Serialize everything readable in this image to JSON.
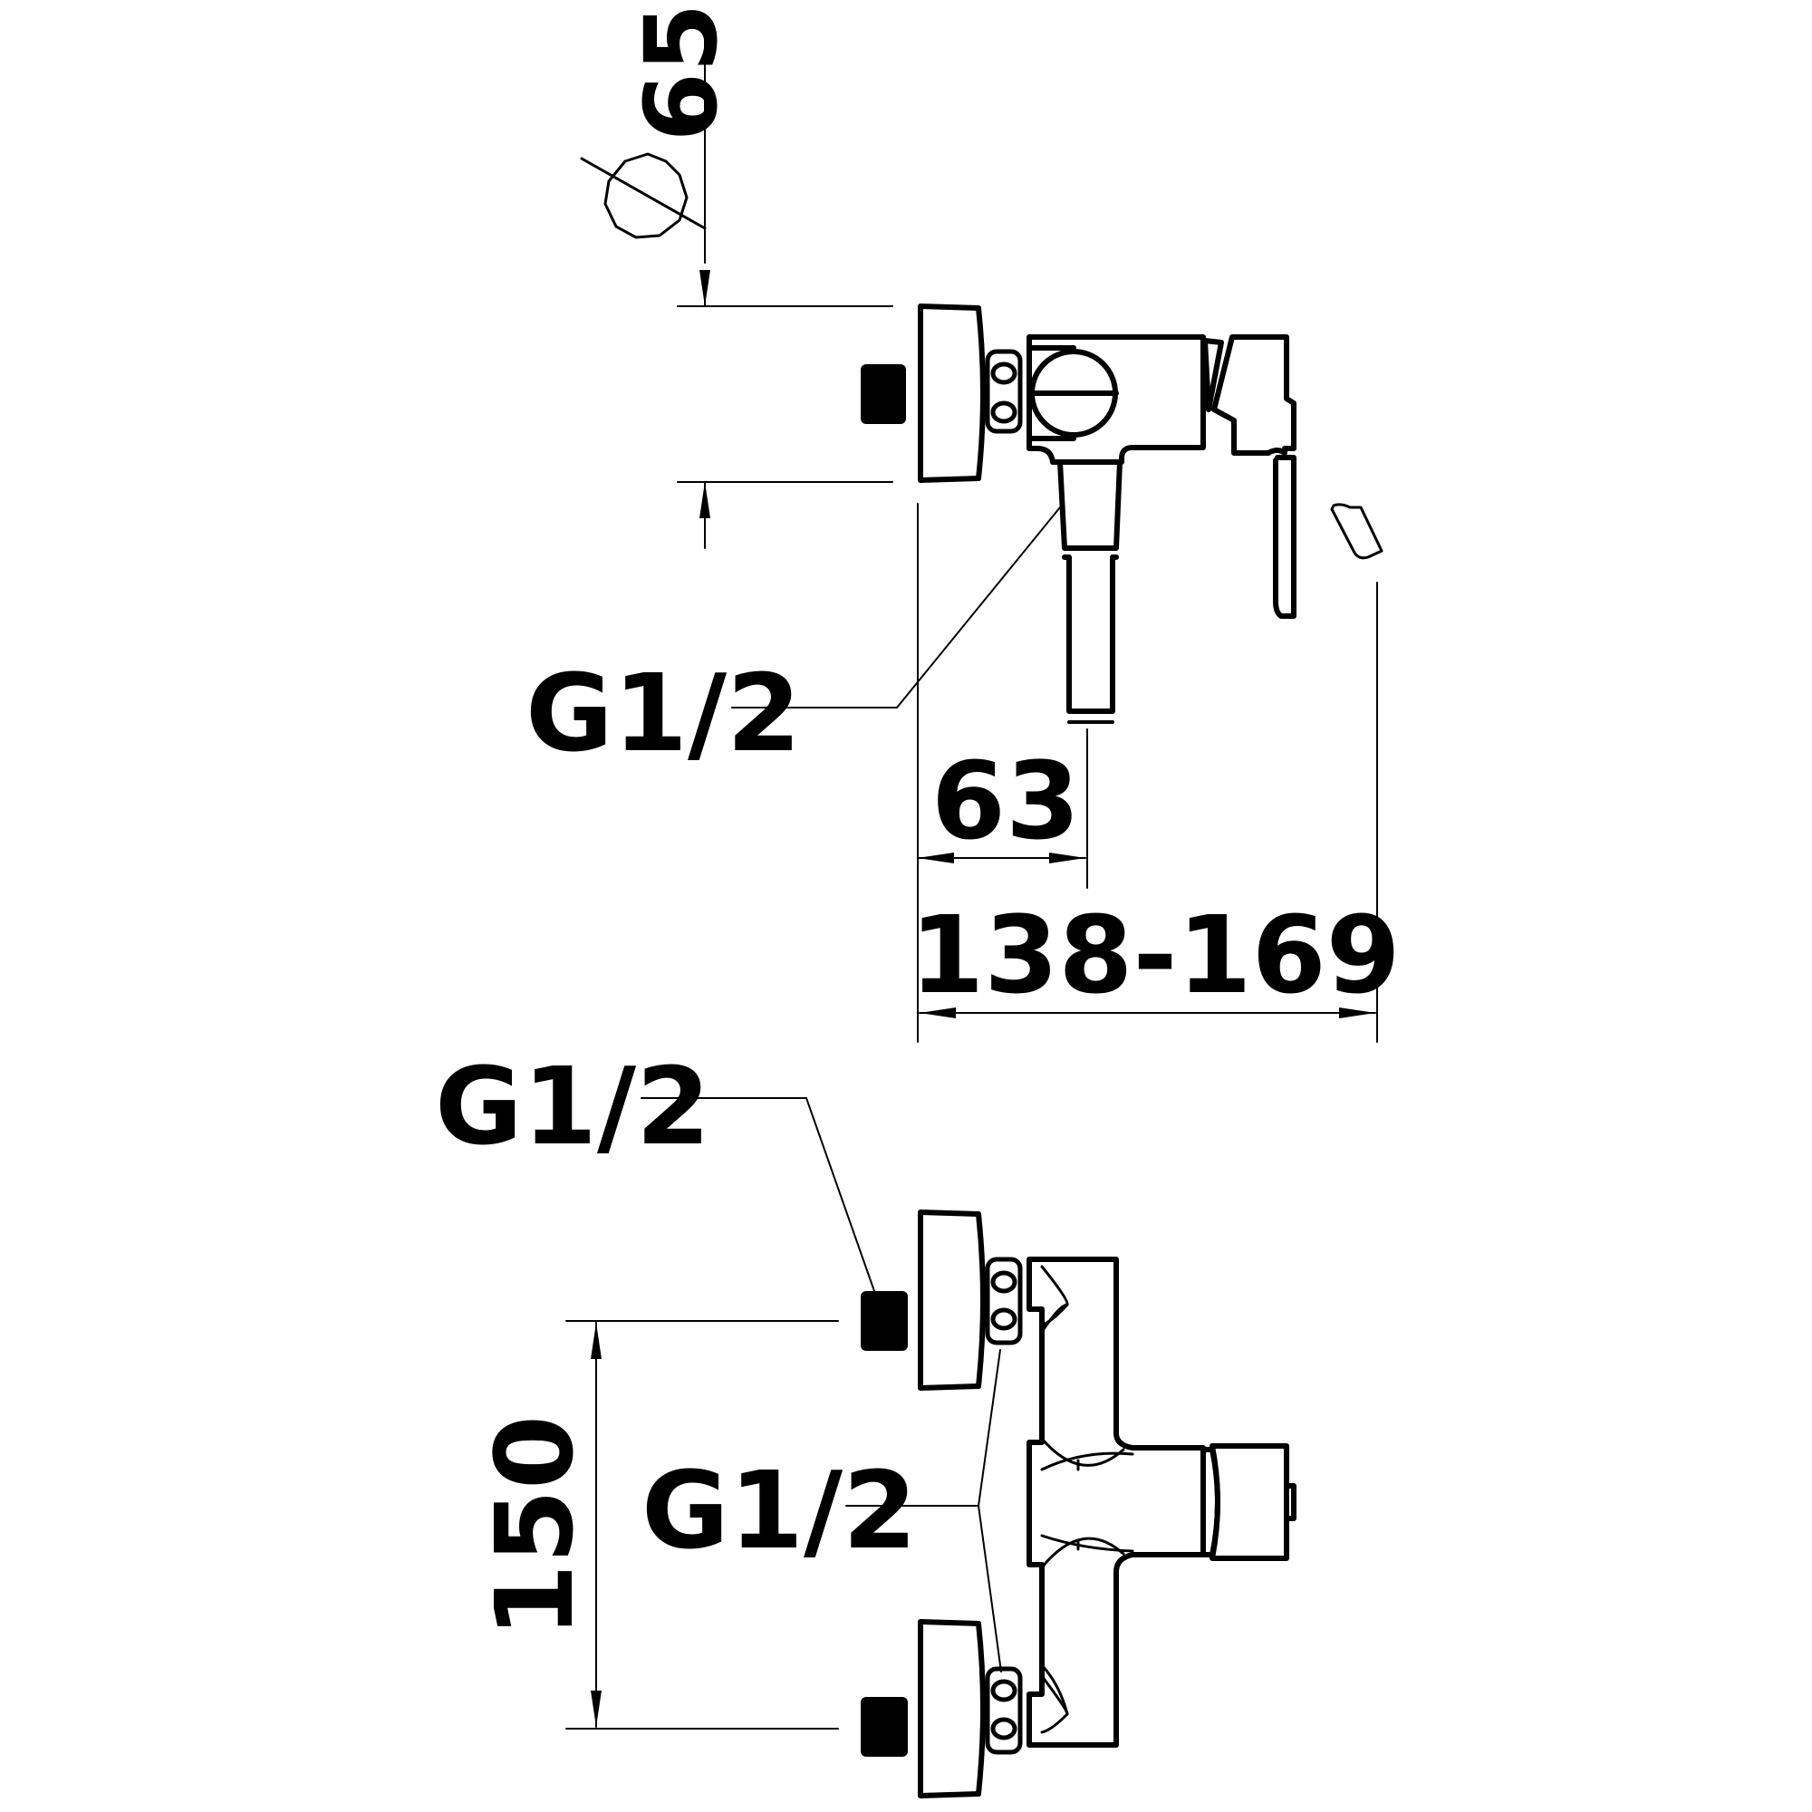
{
  "dimensions": {
    "diameter": "Ø 65",
    "rosette_height": "65",
    "outlet_offset": "63",
    "projection_range": "138-169",
    "inlet_spacing": "150"
  },
  "threads": {
    "side_outlet": "G1/2",
    "front_outlet": "G1/2",
    "front_inlets": "G1/2"
  },
  "colors": {
    "line": "#000000",
    "background": "#ffffff"
  }
}
